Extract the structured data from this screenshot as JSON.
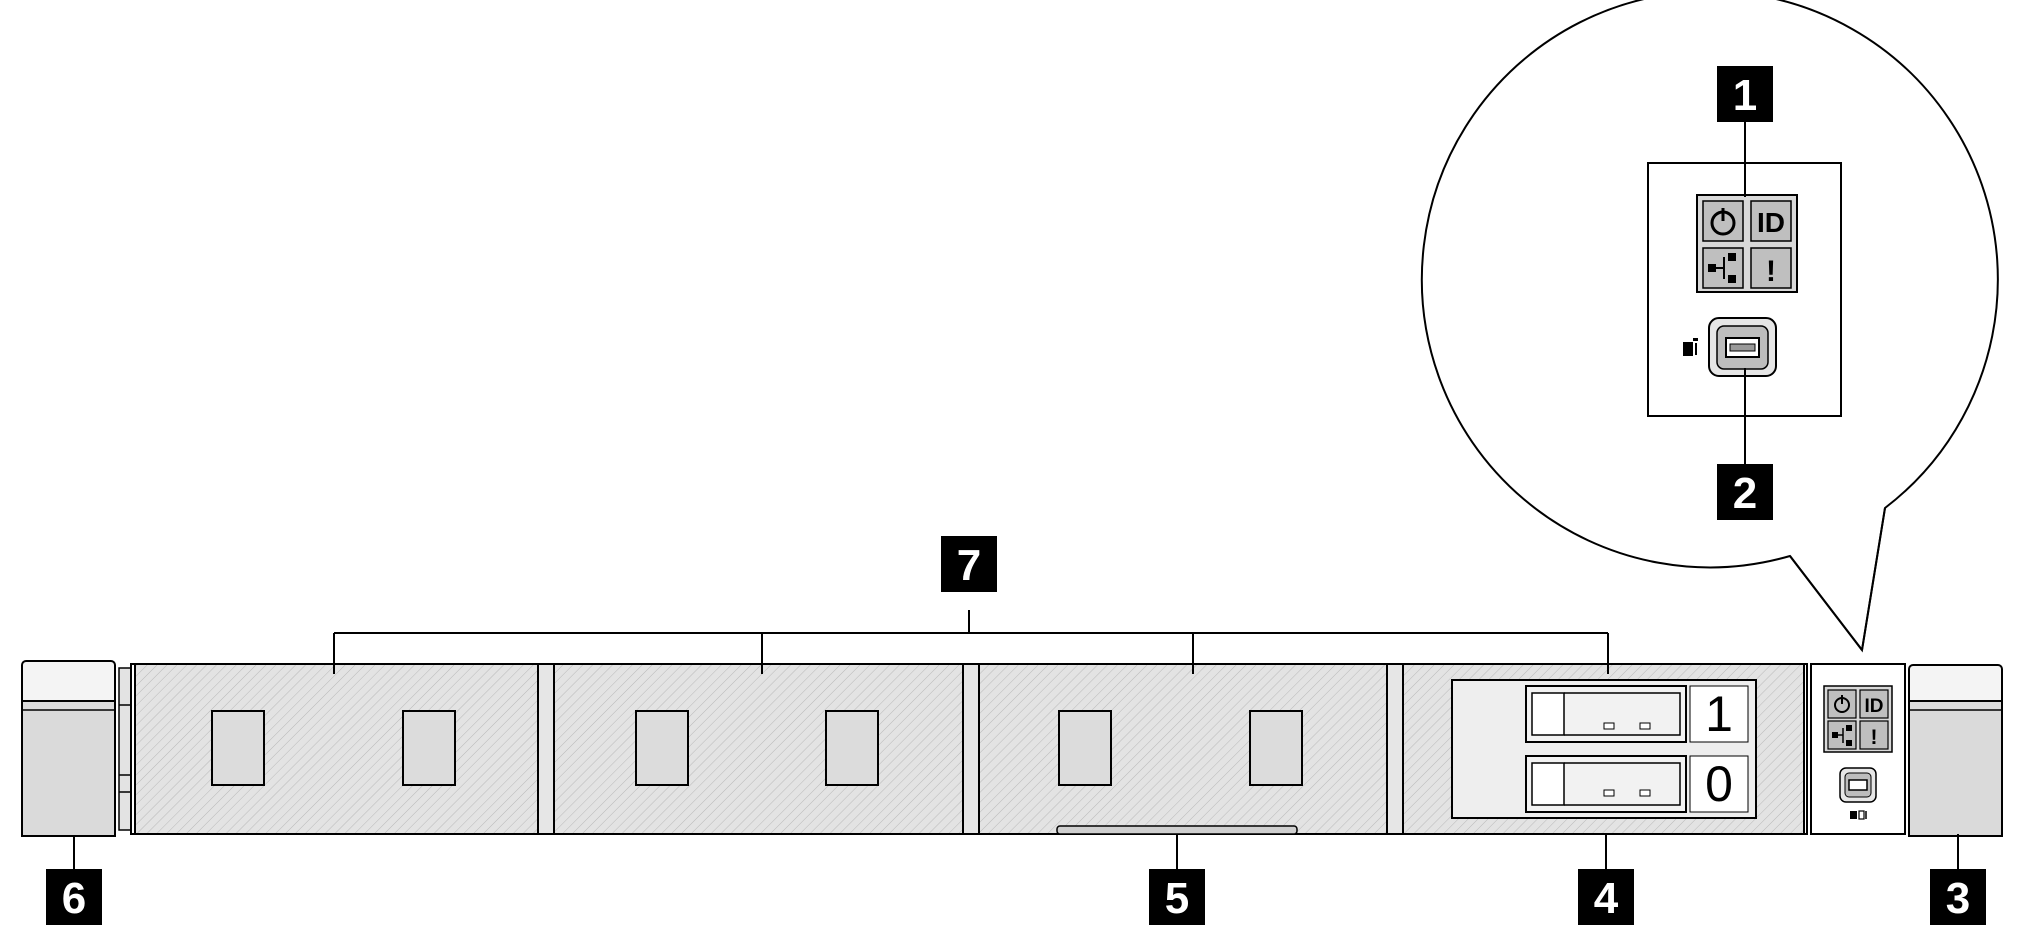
{
  "callouts": {
    "c1": "1",
    "c2": "2",
    "c3": "3",
    "c4": "4",
    "c5": "5",
    "c6": "6",
    "c7": "7"
  },
  "drive_bays": {
    "upper": "1",
    "lower": "0"
  },
  "icons": {
    "power": "power-icon",
    "id": "ID",
    "network": "network-activity-icon",
    "error": "!",
    "usb": "usb-management-icon"
  },
  "colors": {
    "panel_fill": "#e8e8e8",
    "filler_fill": "#e3e3e3",
    "bay_fill": "#f2f2f2",
    "callout_bg": "#000000",
    "callout_text": "#ffffff",
    "stroke": "#333333"
  }
}
